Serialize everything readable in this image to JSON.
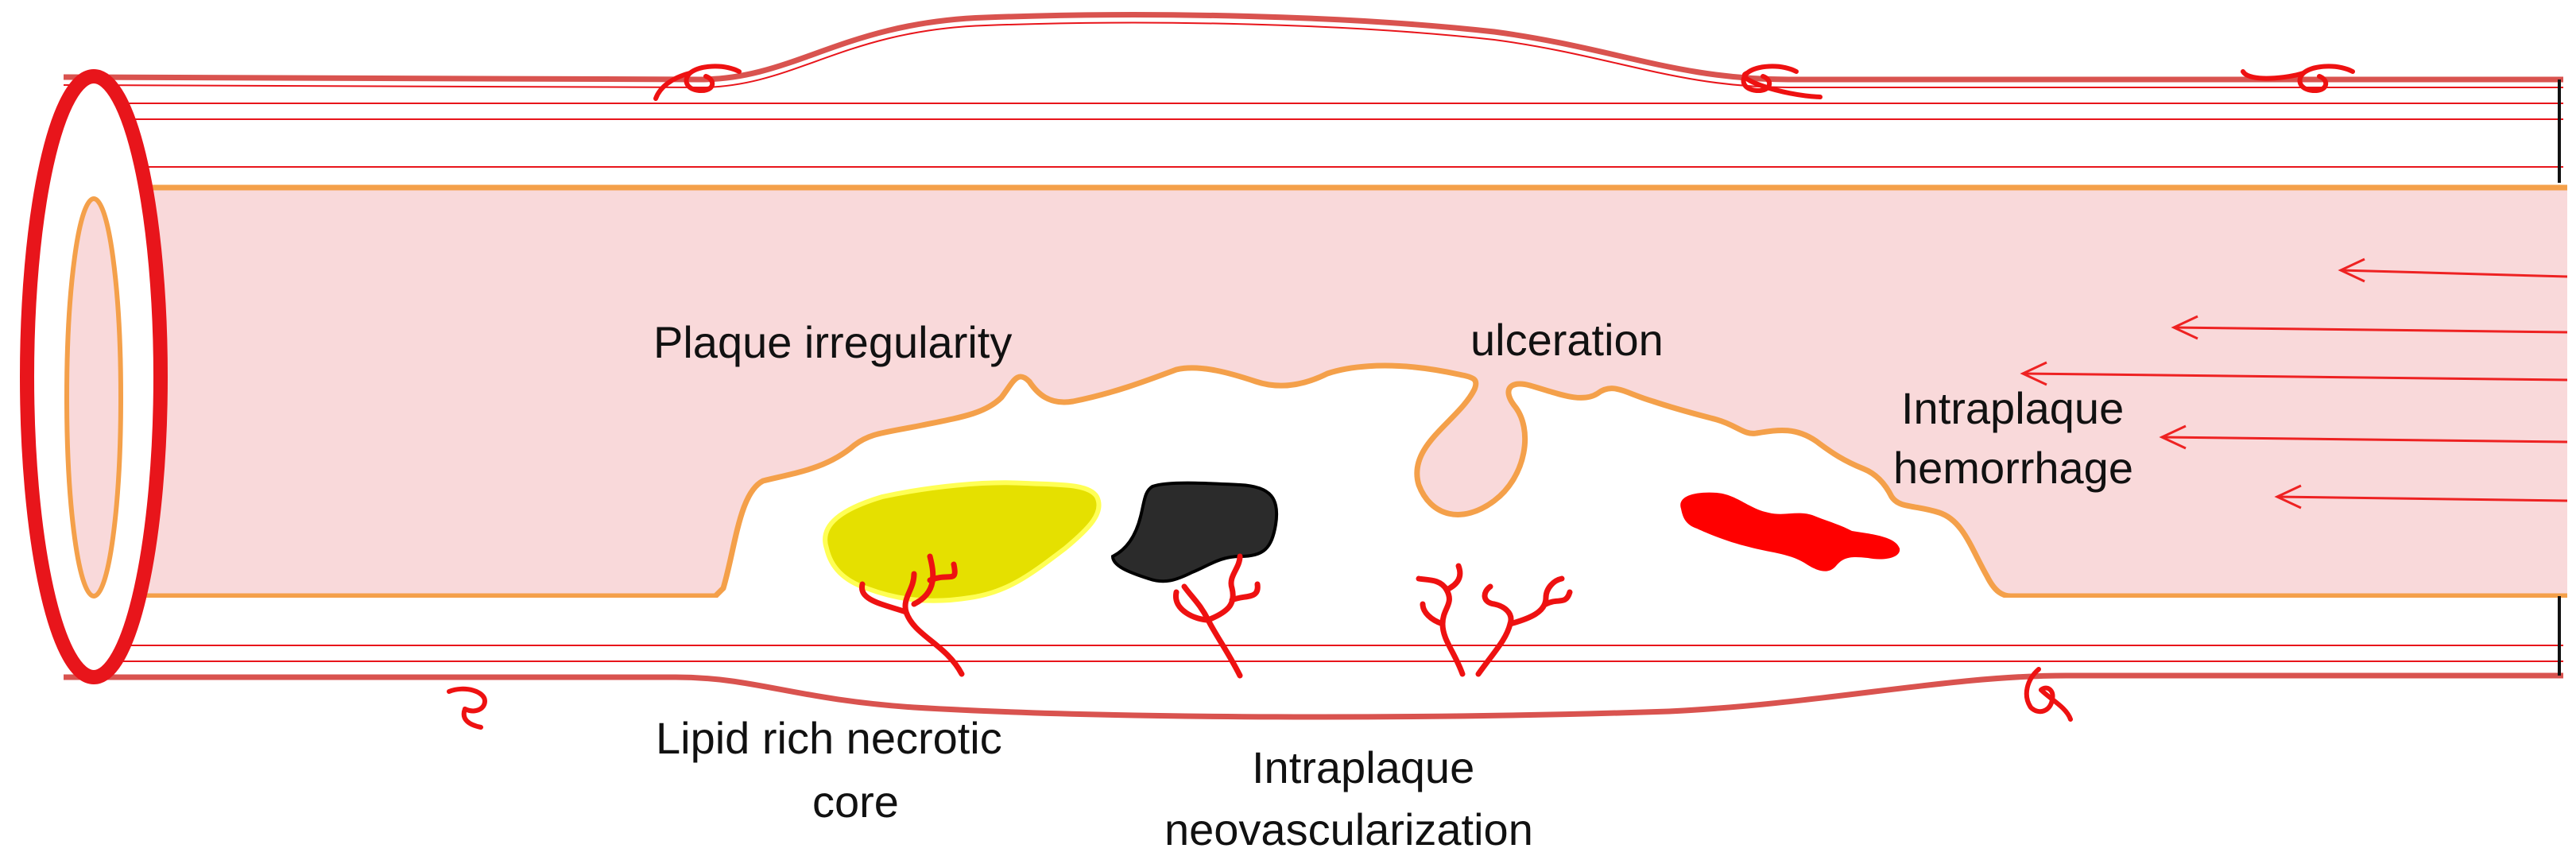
{
  "diagram": {
    "labels": {
      "plaque_irregularity": "Plaque irregularity",
      "ulceration": "ulceration",
      "hemorrhage_line1": "Intraplaque",
      "hemorrhage_line2": "hemorrhage",
      "lipid_line1": "Lipid rich necrotic",
      "lipid_line2": "core",
      "neovasc_line1": "Intraplaque",
      "neovasc_line2": "neovascularization"
    },
    "colors": {
      "vessel_wall": "#d9534f",
      "vessel_outline_red": "#e8151b",
      "lumen_fill": "#f9d9da",
      "intima_line": "#f4a04a",
      "lipid_core_fill": "#e5e000",
      "lipid_core_edge": "#ffff55",
      "calcification": "#2b2b2b",
      "hemorrhage": "#ff0000",
      "vasa_vasorum": "#ee1111",
      "flow_arrows": "#ee2222"
    },
    "icons": {
      "flow": "flow-arrow-left-icon",
      "vasa_vasorum": "vasa-vasorum-curl-icon",
      "neovessel": "branching-neovessel-icon"
    }
  }
}
